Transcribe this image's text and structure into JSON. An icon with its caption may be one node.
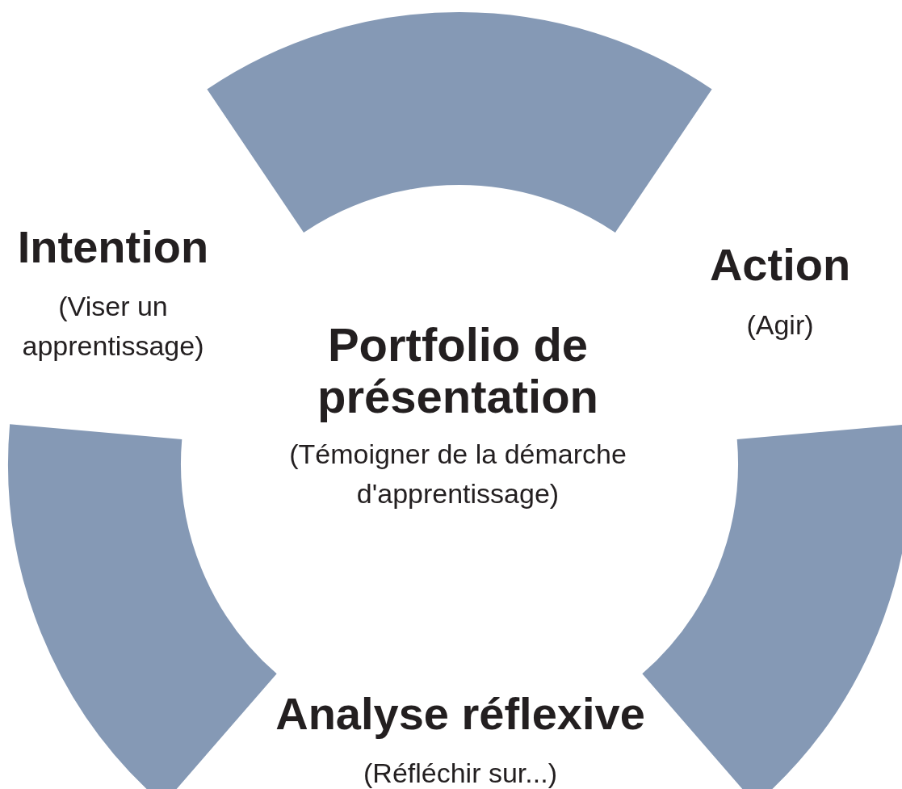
{
  "diagram": {
    "labels": [
      "Intention",
      "(Viser un apprentissage)",
      "Action",
      "(Agir)",
      "Portfolio de présentation",
      "(Témoigner de la démarche d'apprentissage)",
      "Analyse réflexive",
      "(Réfléchir sur...)"
    ]
  }
}
